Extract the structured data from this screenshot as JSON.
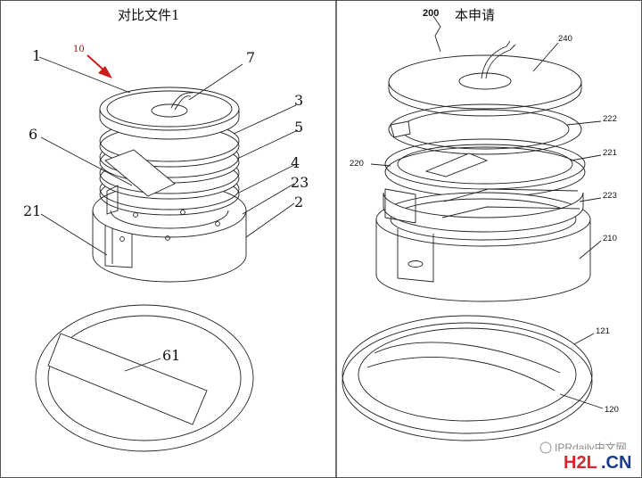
{
  "left_panel": {
    "title": "对比文件1",
    "labels": {
      "n1": "1",
      "n7": "7",
      "n10": "10",
      "n3": "3",
      "n6": "6",
      "n5": "5",
      "n4": "4",
      "n23": "23",
      "n21": "21",
      "n2": "2",
      "n61": "61"
    }
  },
  "right_panel": {
    "title": "本申请",
    "labels": {
      "n200": "200",
      "n240": "240",
      "n222": "222",
      "n220": "220",
      "n221": "221",
      "n223": "223",
      "n210": "210",
      "n121": "121",
      "n120": "120"
    }
  },
  "watermark": {
    "text": "IPRdaily中文网"
  },
  "brand": {
    "h2l": "H2L",
    "dotcn": ".CN"
  },
  "colors": {
    "line": "#222222",
    "arrow": "#cc1b1b",
    "brand_red": "#d9262c",
    "brand_blue": "#1a3b8f"
  }
}
